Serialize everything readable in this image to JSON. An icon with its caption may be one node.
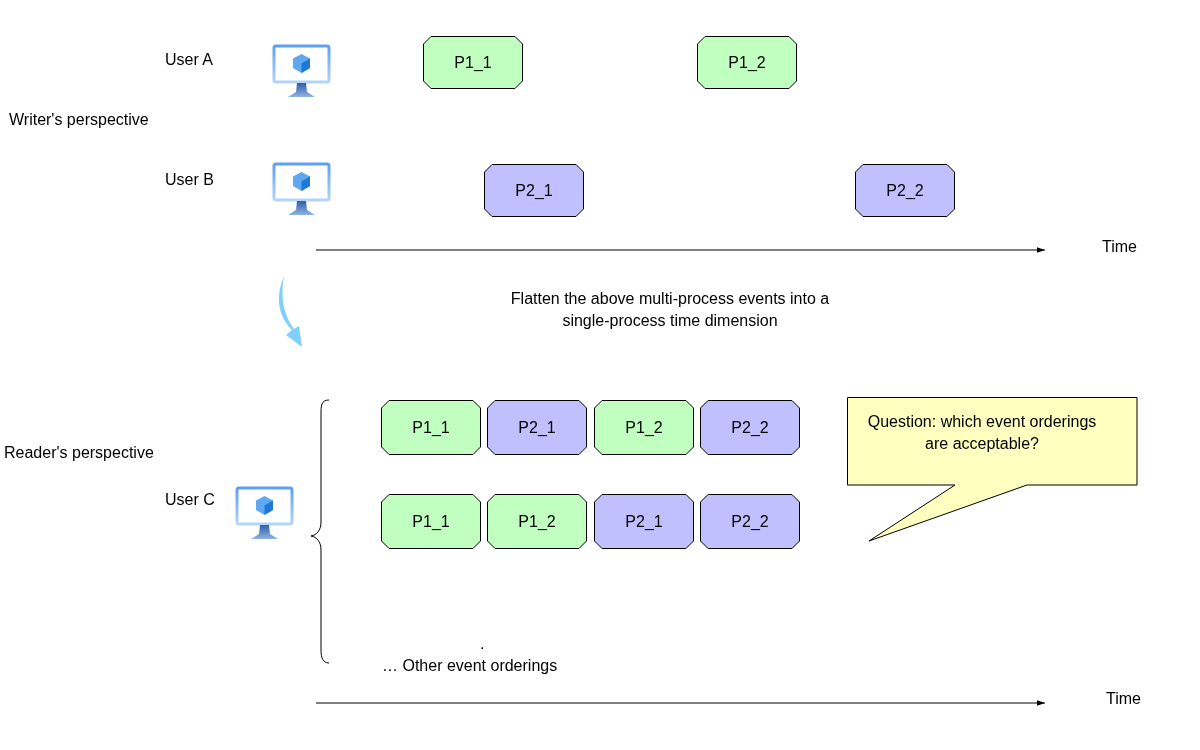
{
  "diagram": {
    "nodes": [
      {
        "text": [
          "P1_1"
        ]
      },
      {
        "text": [
          "P1_2"
        ]
      },
      {
        "text": [
          "P2_1"
        ]
      },
      {
        "text": [
          "P2_2"
        ]
      },
      {
        "text": [
          "P1_1"
        ]
      },
      {
        "text": [
          "P2_1"
        ]
      },
      {
        "text": [
          "P1_2"
        ]
      },
      {
        "text": [
          "P2_2"
        ]
      },
      {
        "text": [
          "Question: which event orderings are acceptable?"
        ]
      },
      {
        "text": [
          "P1_1"
        ]
      },
      {
        "text": [
          "P1_2"
        ]
      },
      {
        "text": [
          "P2_1"
        ]
      },
      {
        "text": [
          "P2_2"
        ]
      }
    ],
    "labels": [
      "User A",
      "Writer's perspective",
      "User B",
      "Time",
      "Flatten the above multi-process events into a single-process time dimension",
      "Reader's perspective",
      "User C",
      ".",
      "… Other event orderings",
      "Time"
    ]
  }
}
